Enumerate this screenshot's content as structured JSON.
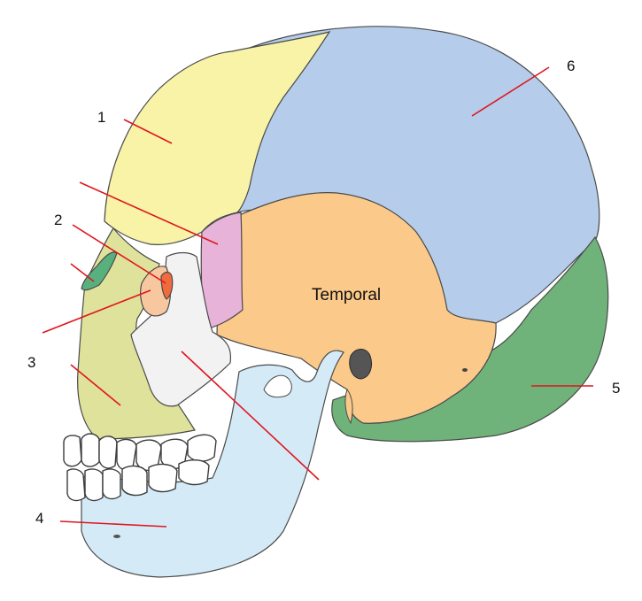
{
  "diagram": {
    "labels": {
      "n1": "1",
      "n2": "2",
      "n3": "3",
      "n4": "4",
      "n5": "5",
      "n6": "6",
      "temporal": "Temporal"
    },
    "colors": {
      "frontal": "#f8f3a6",
      "parietal": "#b5cdea",
      "temporal": "#fbc98a",
      "occipital": "#6fb37a",
      "sphenoid": "#e8b3d8",
      "zygomatic": "#f2f2f2",
      "maxilla": "#dfe29a",
      "mandible": "#d4ebf7",
      "nasal": "#58b07f",
      "lacrimal": "#f06a3e",
      "ethmoid": "#f7c7a0",
      "leader": "#e0151d"
    }
  }
}
